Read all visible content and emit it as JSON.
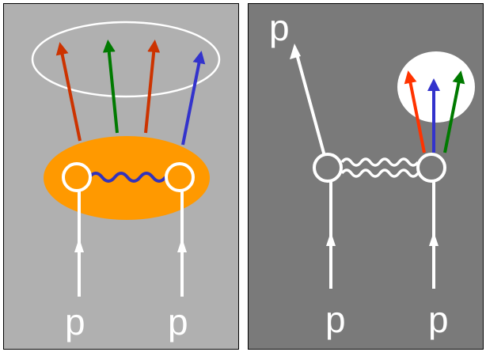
{
  "colors": {
    "left_panel_bg": "#b0b0b0",
    "right_panel_bg": "#7a7a7a",
    "blob": "#ff9900",
    "white": "#ffffff",
    "red": "#cc3300",
    "red_bright": "#ff3300",
    "green": "#007a00",
    "blue": "#3333cc",
    "wavy_left": "#3333bb"
  },
  "left": {
    "proton_label_1": "p",
    "proton_label_2": "p"
  },
  "right": {
    "top_label": "p",
    "proton_label_1": "p",
    "proton_label_2": "p"
  }
}
